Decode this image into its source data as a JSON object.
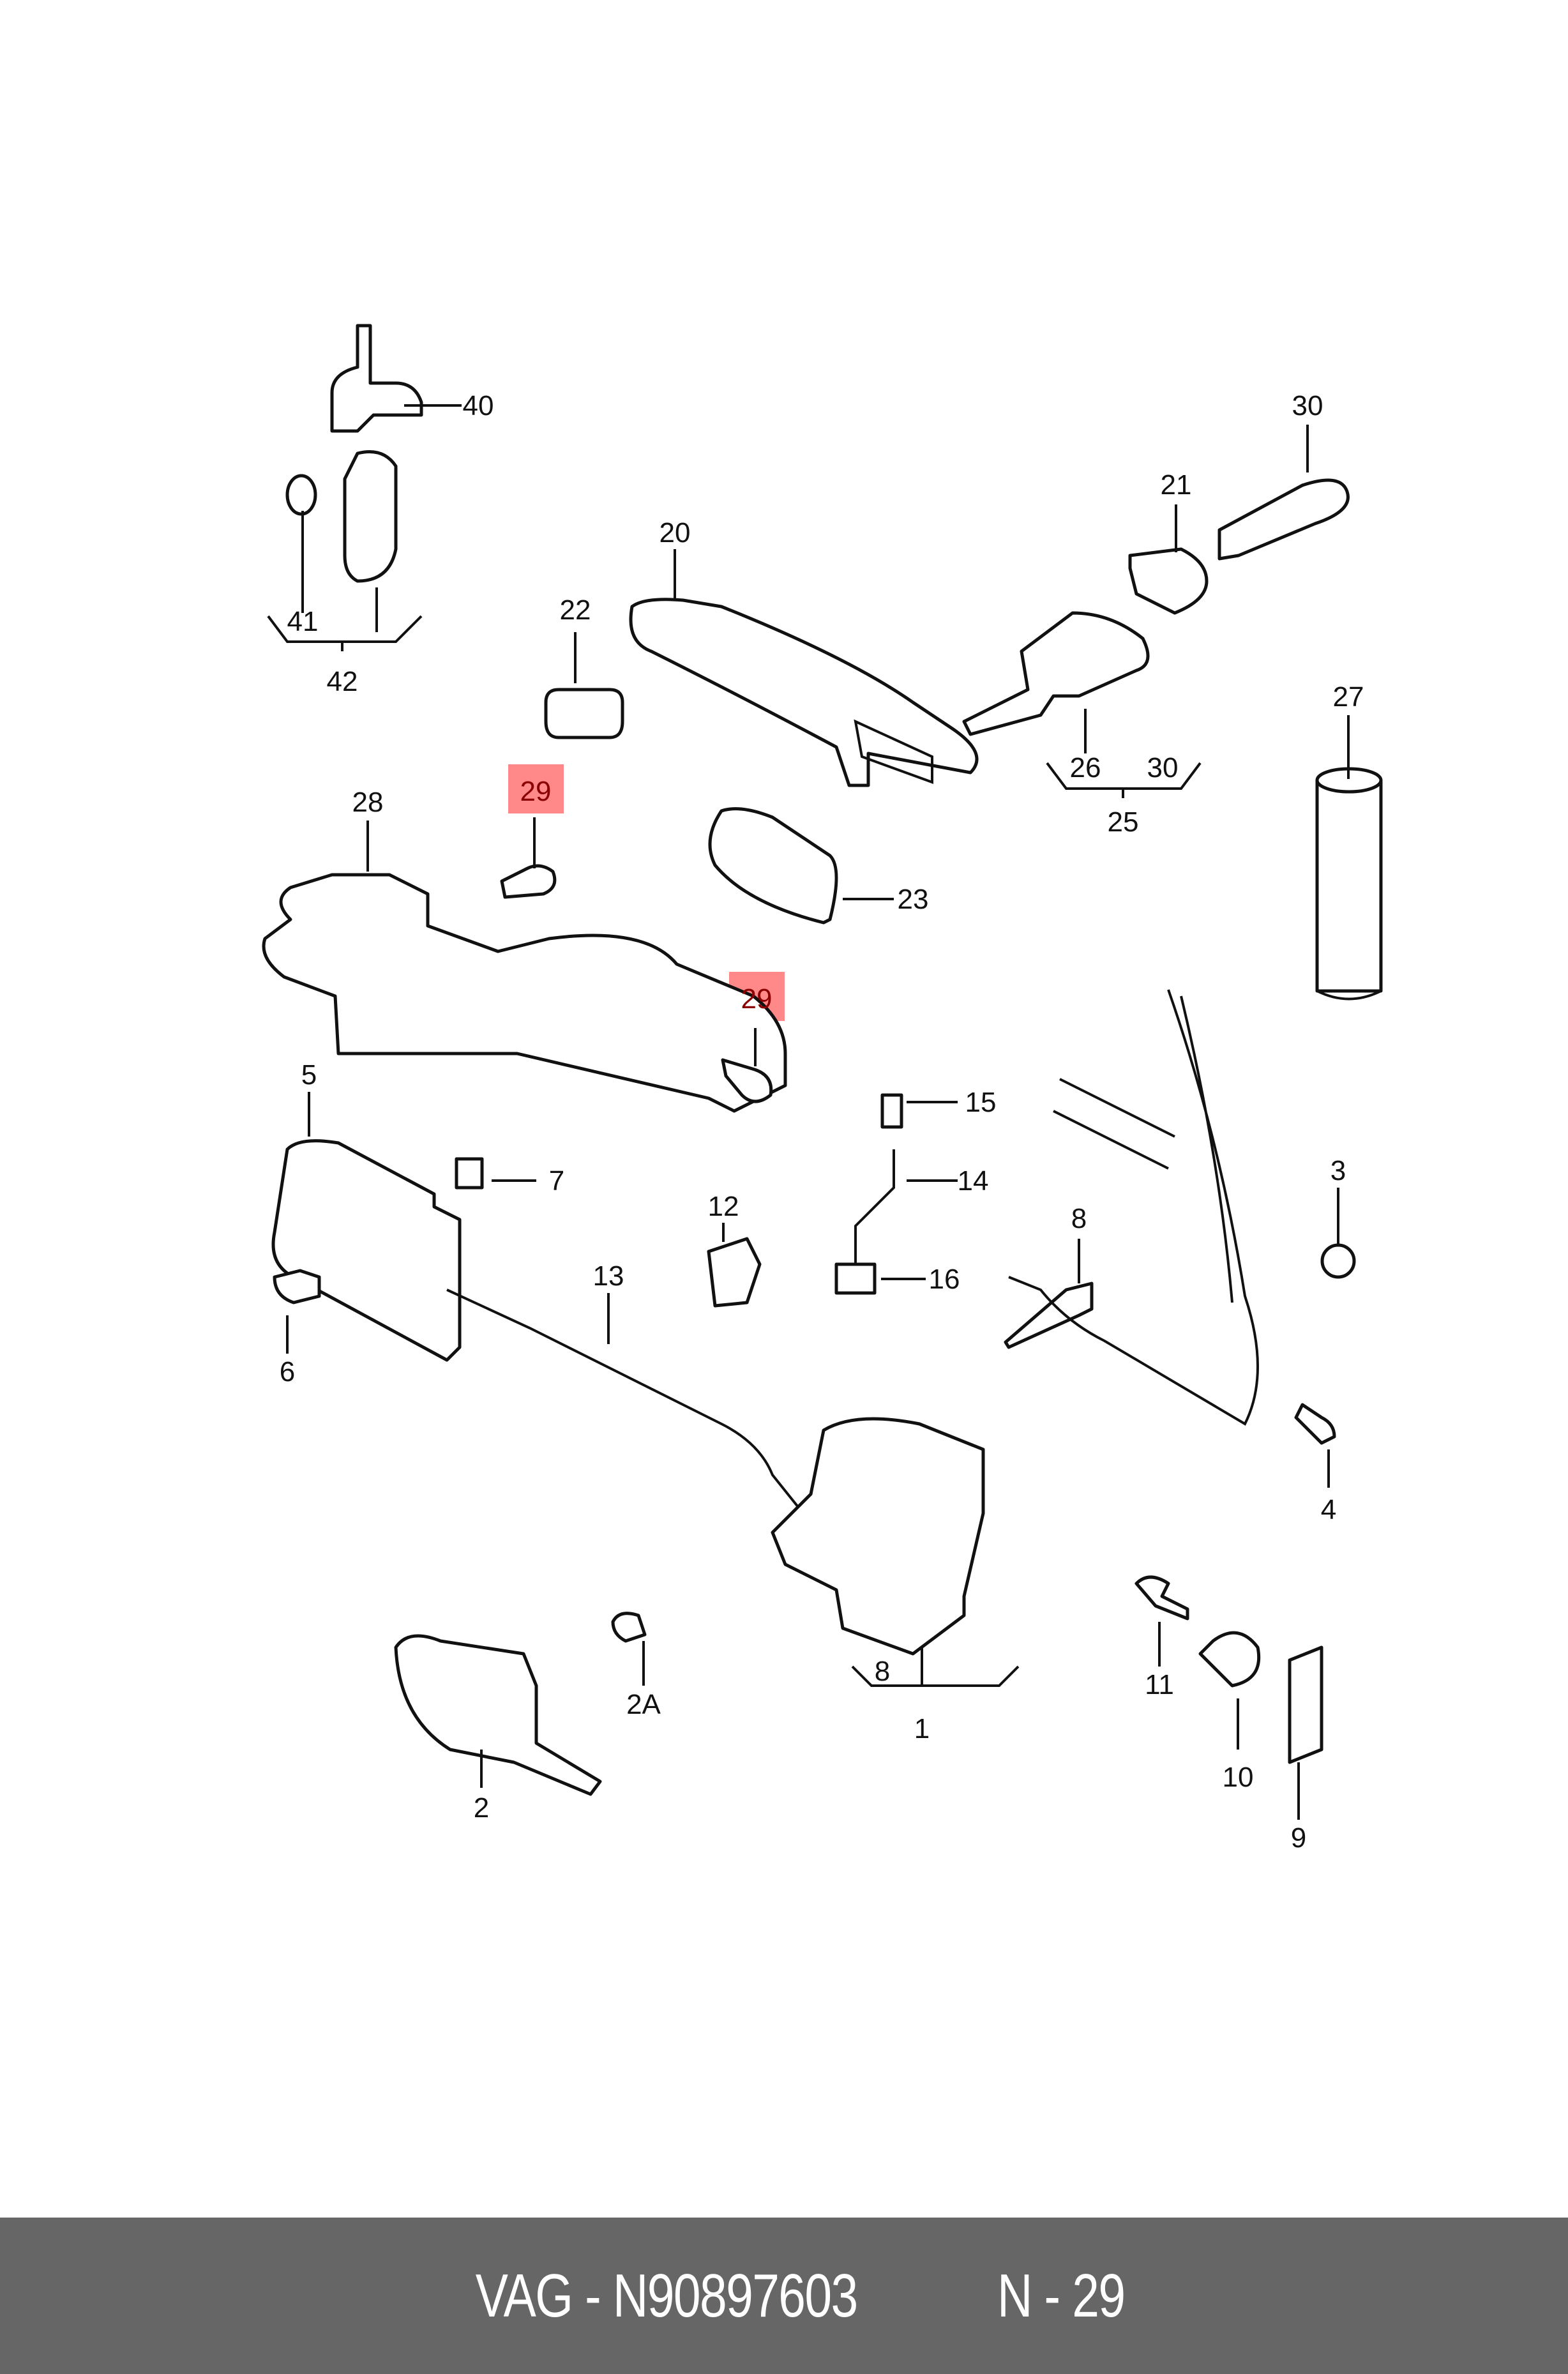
{
  "diagram": {
    "highlight_color": "#ff8888",
    "highlighted_part": "29",
    "labels": {
      "l40": "40",
      "l41": "41",
      "l42": "42",
      "l20": "20",
      "l22": "22",
      "l21": "21",
      "l30a": "30",
      "l26": "26",
      "l30b": "30",
      "l25": "25",
      "l27": "27",
      "l28": "28",
      "l29a": "29",
      "l23": "23",
      "l29b": "29",
      "l5": "5",
      "l7": "7",
      "l15": "15",
      "l14": "14",
      "l12": "12",
      "l16": "16",
      "l8a": "8",
      "l3": "3",
      "l6": "6",
      "l13": "13",
      "l4": "4",
      "l8b": "8",
      "l1": "1",
      "l11": "11",
      "l2A": "2A",
      "l10": "10",
      "l2": "2",
      "l9": "9"
    }
  },
  "footer": {
    "part_number": "VAG - N90897603",
    "position": "N - 29",
    "background_color": "#666666"
  }
}
